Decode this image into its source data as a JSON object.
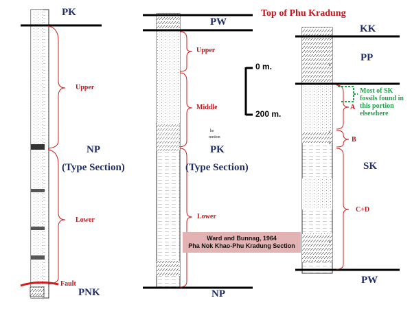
{
  "title": "Top of Phu Kradung",
  "scale_bar": {
    "top_label": "0 m.",
    "bottom_label": "200 m."
  },
  "reference": {
    "line1": "Ward and Bunnag, 1964",
    "line2": "Pha Nok Khao-Phu Kradung Section"
  },
  "column1": {
    "top_unit": "PK",
    "unit": "NP",
    "unit_note": "(Type Section)",
    "upper_label": "Upper",
    "lower_label": "Lower",
    "fault_label": "Fault",
    "bottom_unit": "PNK"
  },
  "column2": {
    "top_unit": "PW",
    "upper_label": "Upper",
    "middle_label": "Middle",
    "lower_label": "Lower",
    "unit": "PK",
    "unit_note": "(Type Section)",
    "bottom_unit": "NP",
    "small_text_1": "he",
    "small_text_2": "metion"
  },
  "column3": {
    "top_unit": "KK",
    "unit_pp": "PP",
    "unit_sk": "SK",
    "bottom_unit": "PW",
    "part_a": "A",
    "part_b": "B",
    "part_cd": "C+D",
    "fossil_note": "Most of SK fossils found in this portion elsewhere",
    "c_marks": [
      "c",
      "c",
      "c",
      "c"
    ]
  },
  "colors": {
    "unit_label": "#1f2d6b",
    "subdivision": "#c0161c",
    "fossil_note": "#22a04a",
    "reference_box": "#e3b2b2"
  }
}
